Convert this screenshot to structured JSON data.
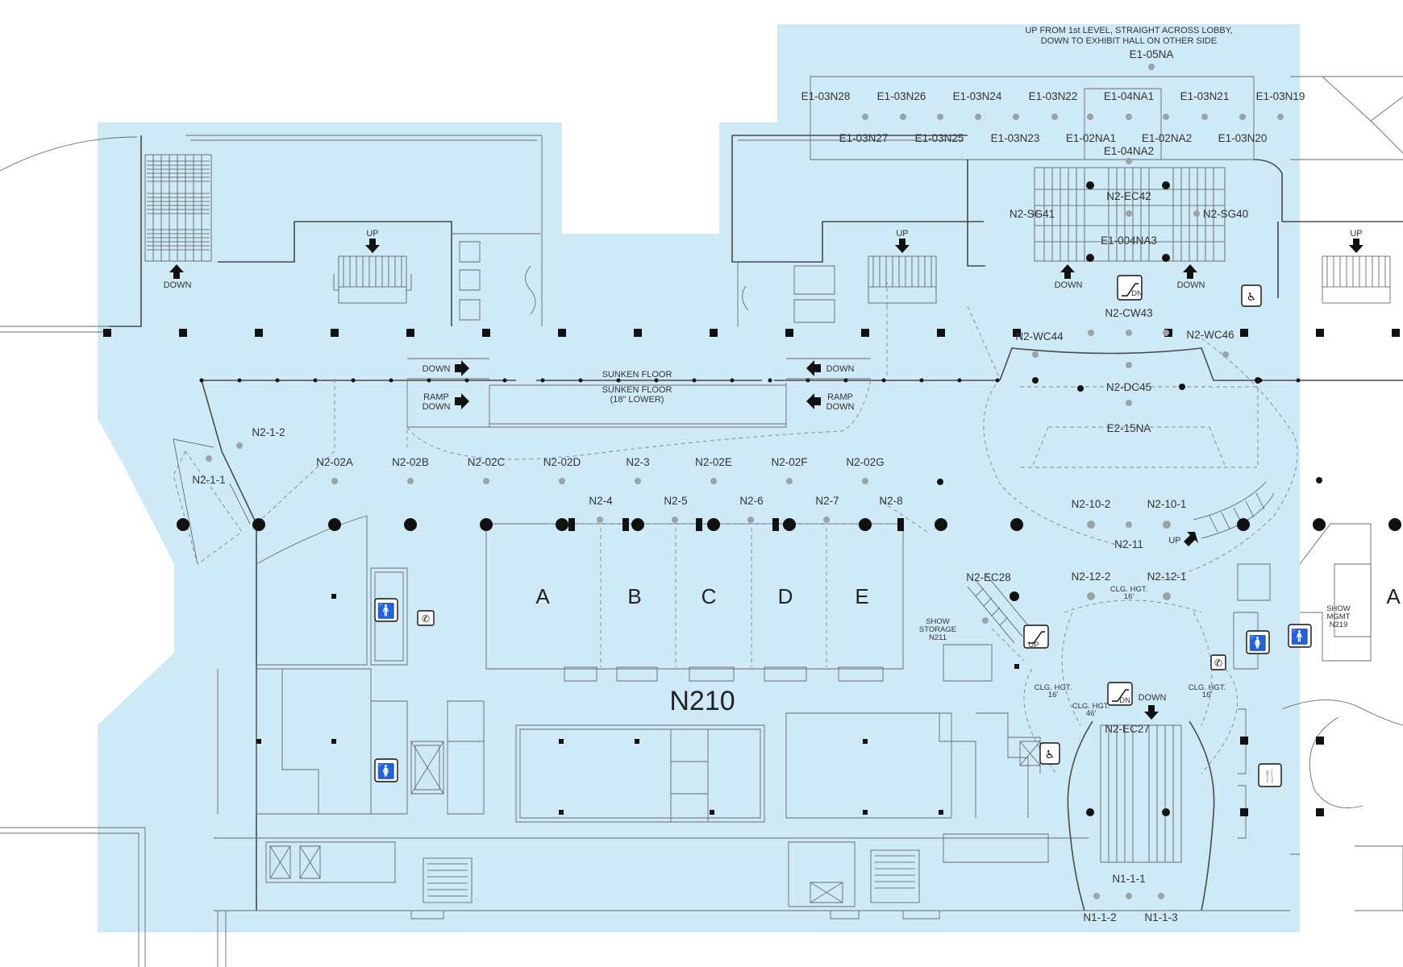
{
  "map": {
    "main_hall": "N210",
    "note_line1": "UP FROM 1st LEVEL, STRAIGHT ACROSS LOBBY,",
    "note_line2": "DOWN TO EXHIBIT HALL ON OTHER SIDE",
    "sunken_floor": "SUNKEN FLOOR",
    "sunken_floor_lower_line1": "SUNKEN FLOOR",
    "sunken_floor_lower_line2": "(18\" LOWER)",
    "show_storage": [
      "SHOW",
      "STORAGE",
      "N211"
    ],
    "show_mgmt": [
      "SHOW",
      "MGMT",
      "N219"
    ],
    "rooms": [
      "A",
      "B",
      "C",
      "D",
      "E"
    ],
    "room_a_right": "A",
    "directions": {
      "down": "DOWN",
      "up": "UP",
      "ramp": "RAMP",
      "dn_badge": "DN"
    },
    "ceiling": {
      "label": "CLG. HGT.",
      "h16": "16'",
      "h46": "46'"
    },
    "booths_top": [
      "E1-05NA",
      "E1-03N28",
      "E1-03N26",
      "E1-03N24",
      "E1-03N22",
      "E1-04NA1",
      "E1-03N21",
      "E1-03N19",
      "E1-03N27",
      "E1-03N25",
      "E1-03N23",
      "E1-02NA1",
      "E1-02NA2",
      "E1-03N20",
      "E1-04NA2"
    ],
    "booths_lobby": [
      "N2-EC42",
      "N2-SG41",
      "N2-SG40",
      "E1-004NA3",
      "N2-CW43",
      "N2-WC44",
      "N2-WC46",
      "N2-DC45",
      "E2-15NA"
    ],
    "booths_row": [
      "N2-1-2",
      "N2-1-1",
      "N2-02A",
      "N2-02B",
      "N2-02C",
      "N2-02D",
      "N2-3",
      "N2-02E",
      "N2-02F",
      "N2-02G",
      "N2-4",
      "N2-5",
      "N2-6",
      "N2-7",
      "N2-8"
    ],
    "booths_right": [
      "N2-10-2",
      "N2-10-1",
      "N2-11",
      "N2-12-2",
      "N2-12-1",
      "N2-EC28",
      "N2-EC27",
      "N1-1-1",
      "N1-1-2",
      "N1-1-3"
    ],
    "colors": {
      "hall_fill": "#cfeaf7",
      "walls": "#4a4a4a",
      "booth_dot": "#9aa3a7",
      "column": "#111111"
    }
  }
}
